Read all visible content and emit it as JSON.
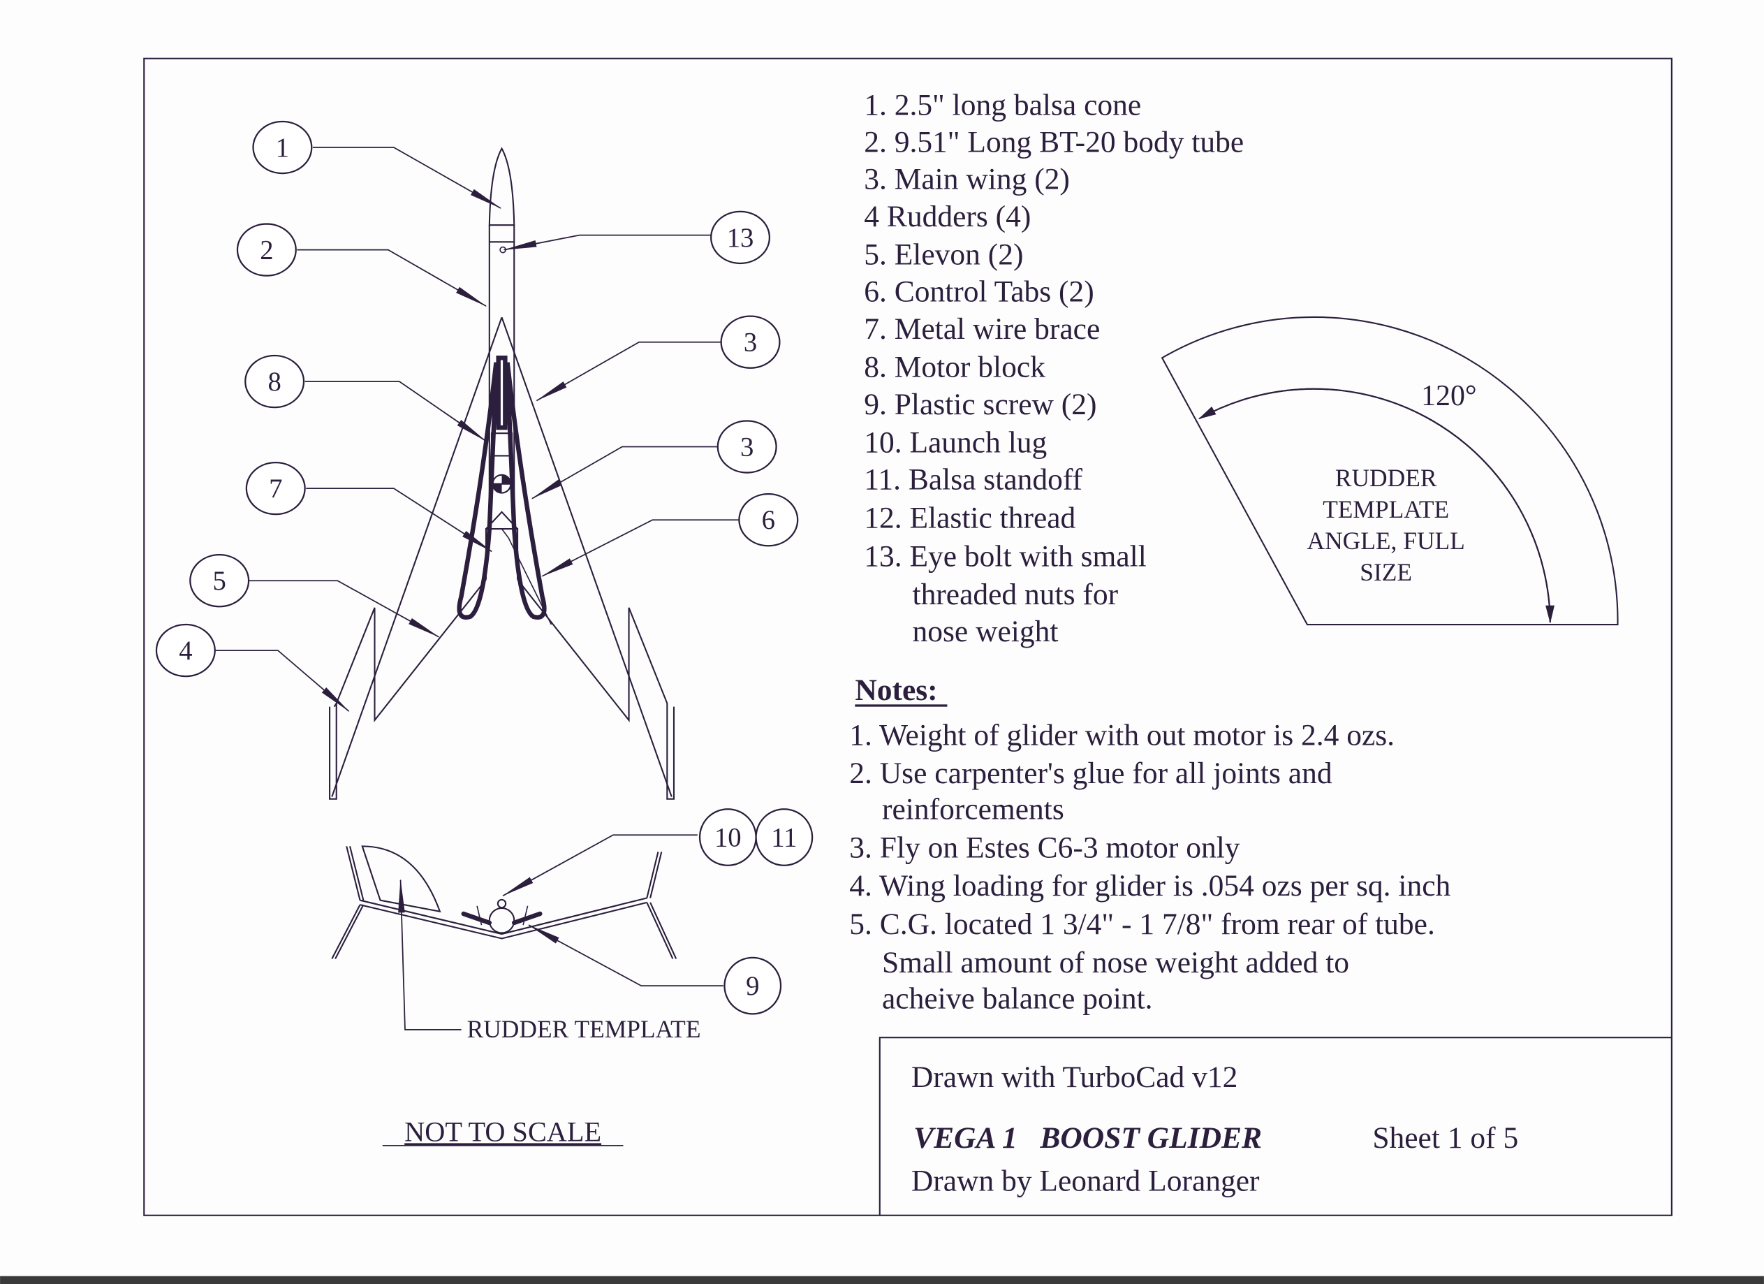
{
  "parts_list": [
    "1. 2.5\" long balsa cone",
    "2. 9.51\" Long BT-20 body tube",
    "3. Main wing (2)",
    "4  Rudders (4)",
    "5. Elevon (2)",
    "6. Control Tabs (2)",
    "7. Metal wire brace",
    "8. Motor block",
    "9. Plastic screw (2)",
    "10. Launch lug",
    "11. Balsa standoff",
    "12. Elastic thread",
    "13. Eye bolt with small",
    "threaded nuts for",
    "nose weight"
  ],
  "notes": {
    "heading": "Notes:",
    "lines": [
      "1. Weight of glider with out motor is 2.4 ozs.",
      "2. Use carpenter's glue for all joints and",
      "reinforcements",
      "3. Fly on Estes C6-3 motor only",
      "4. Wing loading for glider is .054 ozs per sq. inch",
      "5. C.G. located 1 3/4\" - 1 7/8\" from rear of tube.",
      "Small amount of nose weight added to",
      "acheive balance point."
    ]
  },
  "rudder_template": {
    "angle": "120°",
    "label_lines": [
      "RUDDER",
      "TEMPLATE",
      "ANGLE, FULL",
      "SIZE"
    ]
  },
  "callouts": [
    "1",
    "2",
    "8",
    "7",
    "5",
    "4",
    "13",
    "3",
    "3",
    "6",
    "10",
    "11",
    "9"
  ],
  "bottom_view_label": "RUDDER TEMPLATE",
  "scale_note": "NOT TO SCALE",
  "title_block": {
    "software": "Drawn with TurboCad v12",
    "title": "VEGA 1   BOOST GLIDER",
    "sheet": "Sheet 1 of 5",
    "author": "Drawn by Leonard Loranger"
  },
  "colors": {
    "ink": "#2b1f3d",
    "paper": "#fdfdfd"
  }
}
